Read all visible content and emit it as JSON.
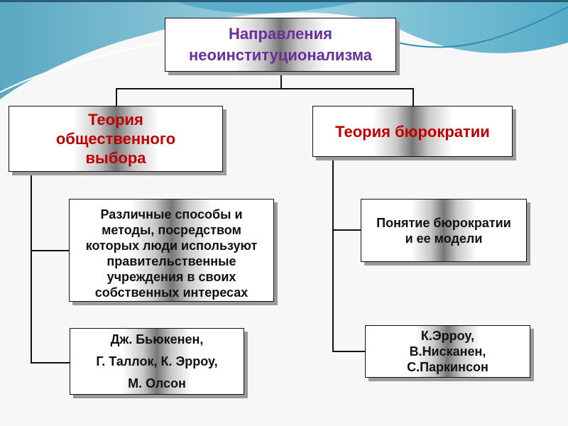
{
  "title": "Направления неоинституционализма",
  "left": {
    "heading": "Теория общественного выбора",
    "description": "Различные способы и методы, посредством которых люди используют правительственные учреждения в своих собственных интересах",
    "authors": [
      "Дж. Бьюкенен,",
      "Г. Таллок, К. Эрроу,",
      "М. Олсон"
    ]
  },
  "right": {
    "heading": "Теория бюрократии",
    "description": "Понятие бюрократии и ее модели",
    "authors": [
      "К.Эрроу,",
      "В.Нисканен,",
      "С.Паркинсон"
    ]
  },
  "colors": {
    "title": "#6b2e9a",
    "heading": "#c00000"
  }
}
